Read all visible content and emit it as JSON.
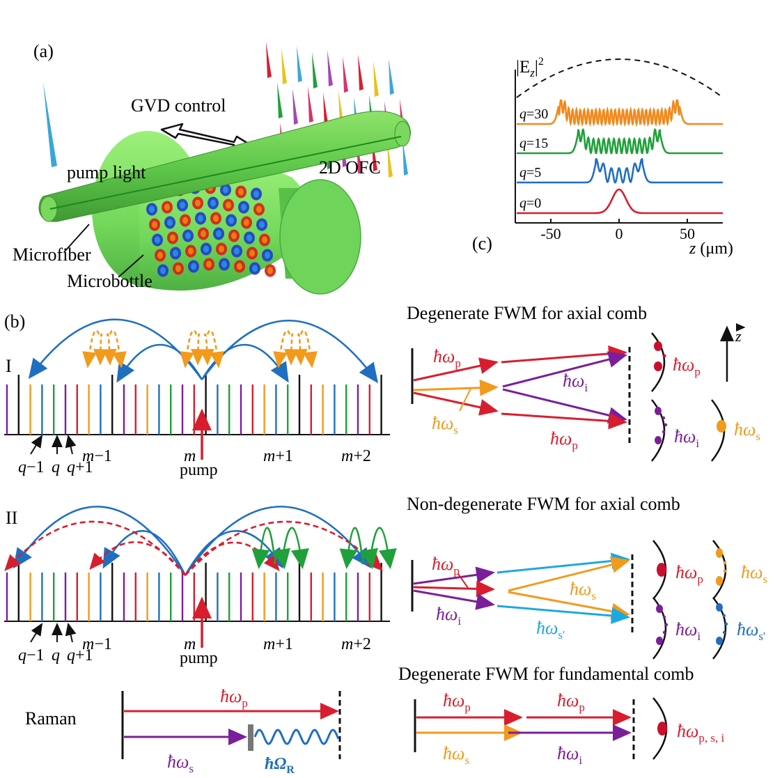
{
  "panel_a": {
    "label": "(a)",
    "gvd": "GVD control",
    "pump": "pump light",
    "ofc": "2D OFC",
    "microfiber": "Microfiber",
    "microbottle": "Microbottle"
  },
  "panel_b": {
    "label": "(b)",
    "row1": "I",
    "row2": "II"
  },
  "panel_c": {
    "label": "(c)",
    "ylabel_E": "|E",
    "ylabel_sub": "z",
    "ylabel_end": "|",
    "ylabel_sup": "2",
    "xlabel_z": "z",
    "xlabel_unit": " (μm)",
    "ticks": [
      "-50",
      "0",
      "50"
    ],
    "curves": [
      {
        "q_prefix": "q",
        "q_value": "=30",
        "color": "#f08a1e"
      },
      {
        "q_prefix": "q",
        "q_value": "=15",
        "color": "#1fa03a"
      },
      {
        "q_prefix": "q",
        "q_value": "=5",
        "color": "#1f6fc0"
      },
      {
        "q_prefix": "q",
        "q_value": "=0",
        "color": "#d81e2e"
      }
    ]
  },
  "combs": {
    "labels": {
      "qm1_q": "q",
      "qm1_n": "−1",
      "q_q": "q",
      "qp1_q": "q",
      "qp1_n": "+1",
      "mm1_m": "m",
      "mm1_n": "−1",
      "m_m": "m",
      "mp1_m": "m",
      "mp1_n": "+1",
      "mp2_m": "m",
      "mp2_n": "+2"
    },
    "pump": "pump"
  },
  "fwm": {
    "deg_title": "Degenerate FWM for axial comb",
    "nondeg_title": "Non-degenerate FWM for axial comb",
    "fund_title": "Degenerate FWM for fundamental comb",
    "hw": "ħω",
    "p": "p",
    "s": "s",
    "i": "i",
    "sprime": "s'",
    "psi": "p, s, i",
    "z": "z"
  },
  "raman": {
    "title": "Raman",
    "hw": "ħω",
    "s": "s",
    "p": "p",
    "omega_r": "ħΩ",
    "r": "R"
  },
  "colors": {
    "red": "#d81e2e",
    "orange": "#f29a1c",
    "purple": "#7a1f99",
    "blue": "#1f6fc0",
    "cyan": "#1ea8e0",
    "green": "#1fa03a",
    "black": "#111111"
  }
}
